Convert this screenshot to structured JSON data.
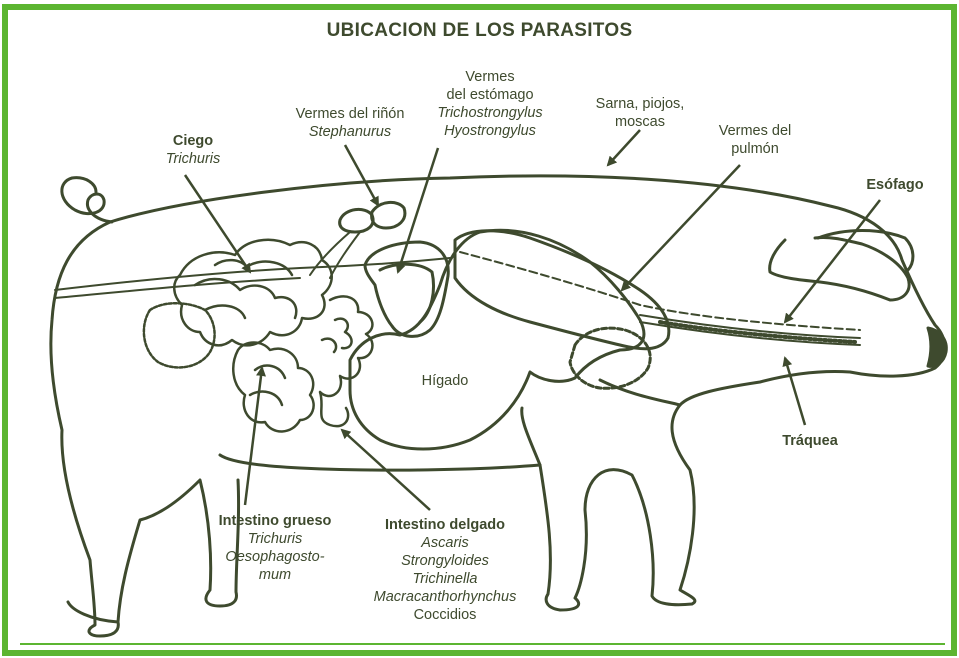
{
  "title": "UBICACION DE LOS PARASITOS",
  "colors": {
    "border": "#5cb531",
    "ink": "#3e4a2e"
  },
  "labels": {
    "ciego": {
      "heading": "Ciego",
      "lines": [
        "Trichuris"
      ]
    },
    "rinon": {
      "heading": "Vermes del riñón",
      "lines": [
        "Stephanurus"
      ]
    },
    "estomago": {
      "heading": "Vermes",
      "heading2": "del estómago",
      "lines": [
        "Trichostrongylus",
        "Hyostrongylus"
      ]
    },
    "sarna": {
      "lines": [
        "Sarna, piojos,",
        "moscas"
      ]
    },
    "pulmon": {
      "lines": [
        "Vermes del",
        "pulmón"
      ]
    },
    "esofago": {
      "heading": "Esófago"
    },
    "higado": {
      "text": "Hígado"
    },
    "traquea": {
      "heading": "Tráquea"
    },
    "grueso": {
      "heading": "Intestino grueso",
      "lines": [
        "Trichuris",
        "Oesophagosto-",
        "mum"
      ]
    },
    "delgado": {
      "heading": "Intestino delgado",
      "lines": [
        "Ascaris",
        "Strongyloides",
        "Trichinella",
        "Macracanthorhynchus"
      ],
      "last": "Coccidios"
    }
  }
}
